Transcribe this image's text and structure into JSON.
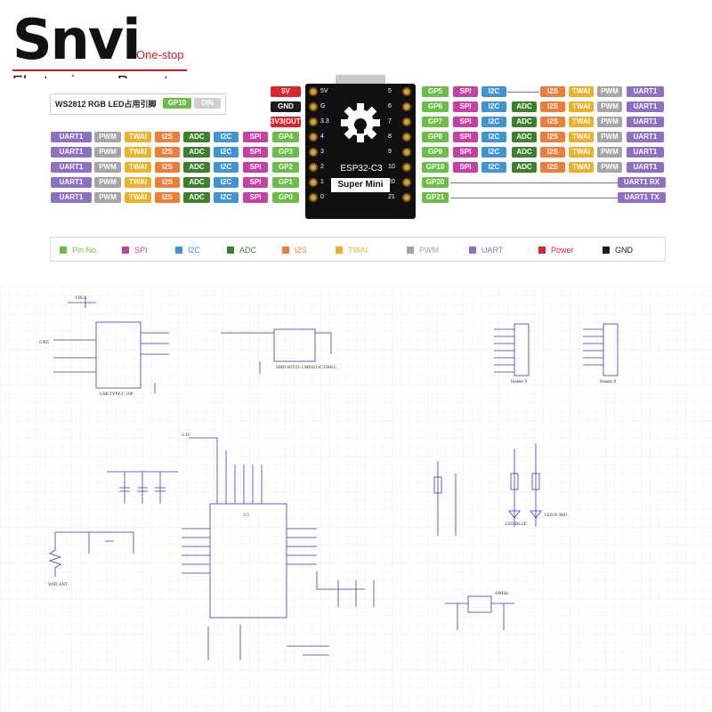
{
  "brand": {
    "name": "Snvi",
    "tagline": "One-stop",
    "subtitle": "Electronic comPonents"
  },
  "pinout": {
    "ws2812_label": "WS2812 RGB LED占用引脚",
    "ws2812_gpio": "GP10",
    "ws2812_din": "DIN",
    "board_title": "ESP32-C3",
    "board_subtitle": "Super Mini",
    "left_top": [
      {
        "num": "5V",
        "label": "5V",
        "color": "#d9262b"
      },
      {
        "num": "G",
        "label": "GND",
        "color": "#1a1a1a"
      },
      {
        "num": "3.3",
        "label": "3V3(OUT)",
        "color": "#d9262b"
      }
    ],
    "left_rows": [
      {
        "num": "4",
        "chips": [
          "UART1",
          "PWM",
          "TWAI",
          "I2S",
          "ADC",
          "I2C",
          "SPI",
          "GP4"
        ]
      },
      {
        "num": "3",
        "chips": [
          "UART1",
          "PWM",
          "TWAI",
          "I2S",
          "ADC",
          "I2C",
          "SPI",
          "GP3"
        ]
      },
      {
        "num": "2",
        "chips": [
          "UART1",
          "PWM",
          "TWAI",
          "I2S",
          "ADC",
          "I2C",
          "SPI",
          "GP2"
        ]
      },
      {
        "num": "1",
        "chips": [
          "UART1",
          "PWM",
          "TWAI",
          "I2S",
          "ADC",
          "I2C",
          "SPI",
          "GP1"
        ]
      },
      {
        "num": "0",
        "chips": [
          "UART1",
          "PWM",
          "TWAI",
          "I2S",
          "ADC",
          "I2C",
          "SPI",
          "GP0"
        ]
      }
    ],
    "right_rows": [
      {
        "num": "5",
        "chips": [
          "GP5",
          "SPI",
          "I2C",
          "",
          "I2S",
          "TWAI",
          "PWM",
          "UART1"
        ]
      },
      {
        "num": "6",
        "chips": [
          "GP6",
          "SPI",
          "I2C",
          "ADC",
          "I2S",
          "TWAI",
          "PWM",
          "UART1"
        ]
      },
      {
        "num": "7",
        "chips": [
          "GP7",
          "SPI",
          "I2C",
          "ADC",
          "I2S",
          "TWAI",
          "PWM",
          "UART1"
        ]
      },
      {
        "num": "8",
        "chips": [
          "GP8",
          "SPI",
          "I2C",
          "ADC",
          "I2S",
          "TWAI",
          "PWM",
          "UART1"
        ]
      },
      {
        "num": "9",
        "chips": [
          "GP9",
          "SPI",
          "I2C",
          "ADC",
          "I2S",
          "TWAI",
          "PWM",
          "UART1"
        ]
      },
      {
        "num": "10",
        "chips": [
          "GP10",
          "SPI",
          "I2C",
          "ADC",
          "I2S",
          "TWAI",
          "PWM",
          "UART1"
        ]
      },
      {
        "num": "20",
        "chips": [
          "GP20",
          "",
          "",
          "",
          "",
          "",
          "",
          "UART1 RX"
        ]
      },
      {
        "num": "21",
        "chips": [
          "GP21",
          "",
          "",
          "",
          "",
          "",
          "",
          "UART1 TX"
        ]
      }
    ],
    "colors": {
      "GP": "#6cbd45",
      "SPI": "#c63fa5",
      "I2C": "#3f94d1",
      "ADC": "#3d7f2c",
      "I2S": "#ef7d3a",
      "TWAI": "#ecb02b",
      "PWM": "#a5a5a5",
      "UART": "#8e6fc4",
      "Power": "#d9262b",
      "GND": "#1a1a1a"
    },
    "legend": [
      {
        "label": "Pin No.",
        "color": "#6cbd45",
        "text_color": "#6cbd45"
      },
      {
        "label": "SPI",
        "color": "#c63fa5",
        "text_color": "#c63fa5"
      },
      {
        "label": "I2C",
        "color": "#3f94d1",
        "text_color": "#3f94d1"
      },
      {
        "label": "ADC",
        "color": "#3d7f2c",
        "text_color": "#3d7f2c"
      },
      {
        "label": "I2S",
        "color": "#ef7d3a",
        "text_color": "#ef7d3a"
      },
      {
        "label": "TWAI",
        "color": "#ecb02b",
        "text_color": "#ecb02b"
      },
      {
        "label": "PWM",
        "color": "#a5a5a5",
        "text_color": "#a5a5a5"
      },
      {
        "label": "UART",
        "color": "#8e6fc4",
        "text_color": "#8e6fc4"
      },
      {
        "label": "Power",
        "color": "#d9262b",
        "text_color": "#d9262b"
      },
      {
        "label": "GND",
        "color": "#1a1a1a",
        "text_color": "#1a1a1a"
      }
    ]
  },
  "schematic": {
    "labels": {
      "usb_conn": "USB TYPE-C 16P",
      "header_left": "Header 9",
      "header_right": "Header 8",
      "ic_u1": "U1",
      "crystal": "40MHz",
      "led_blue": "LED BLUE",
      "led_power": "LED R 0603",
      "antenna": "WIFI ANT",
      "ldo": "SMD SOT23-5 ME6211C33M5G",
      "vdd33": "3.3V",
      "vbus": "VBUS",
      "gnd": "GND"
    }
  }
}
